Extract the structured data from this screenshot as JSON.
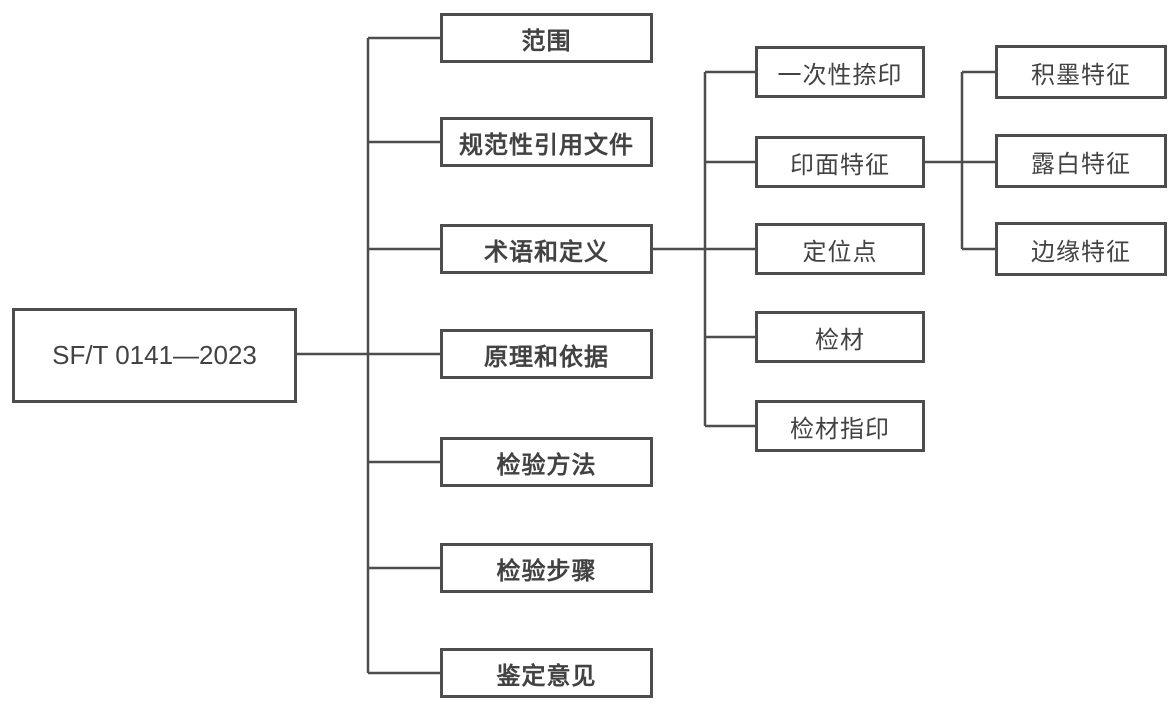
{
  "diagram": {
    "title": "SF/T 0141—2023 standard structure tree",
    "root": {
      "label": "SF/T 0141—2023"
    },
    "level1": [
      {
        "label": "范围"
      },
      {
        "label": "规范性引用文件"
      },
      {
        "label": "术语和定义"
      },
      {
        "label": "原理和依据"
      },
      {
        "label": "检验方法"
      },
      {
        "label": "检验步骤"
      },
      {
        "label": "鉴定意见"
      }
    ],
    "terms_children": [
      {
        "label": "一次性捺印"
      },
      {
        "label": "印面特征"
      },
      {
        "label": "定位点"
      },
      {
        "label": "检材"
      },
      {
        "label": "检材指印"
      }
    ],
    "surface_children": [
      {
        "label": "积墨特征"
      },
      {
        "label": "露白特征"
      },
      {
        "label": "边缘特征"
      }
    ],
    "colors": {
      "line": "#4d4d4d",
      "box_border": "#4d4d4d",
      "text": "#424242",
      "background": "#ffffff"
    }
  }
}
